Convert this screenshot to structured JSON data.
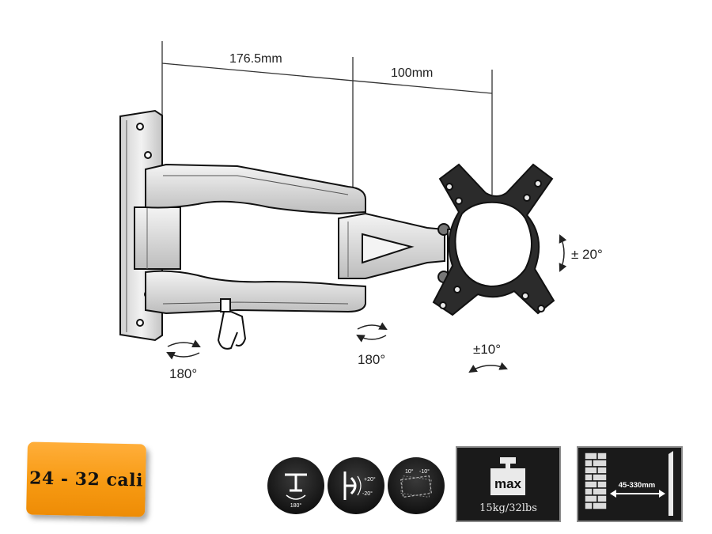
{
  "diagram": {
    "dim_arm_length": "176.5mm",
    "dim_plate_offset": "100mm",
    "rot_wall_pivot": "180°",
    "rot_arm_pivot": "180°",
    "tilt_vertical": "± 20°",
    "tilt_horizontal": "±10°"
  },
  "size_badge": {
    "label": "24 - 32 cali"
  },
  "feature_icons": {
    "swivel": {
      "angle": "180°"
    },
    "tilt": {
      "plus": "+20°",
      "minus": "-20°"
    },
    "level": {
      "plus": "10°",
      "minus": "-10°"
    },
    "max_load": {
      "word": "max",
      "weight": "15kg/32lbs"
    },
    "wall_distance": {
      "range": "45-330mm"
    }
  },
  "colors": {
    "badge": "#f79a12",
    "icon_dark": "#141414",
    "line": "#222222"
  }
}
